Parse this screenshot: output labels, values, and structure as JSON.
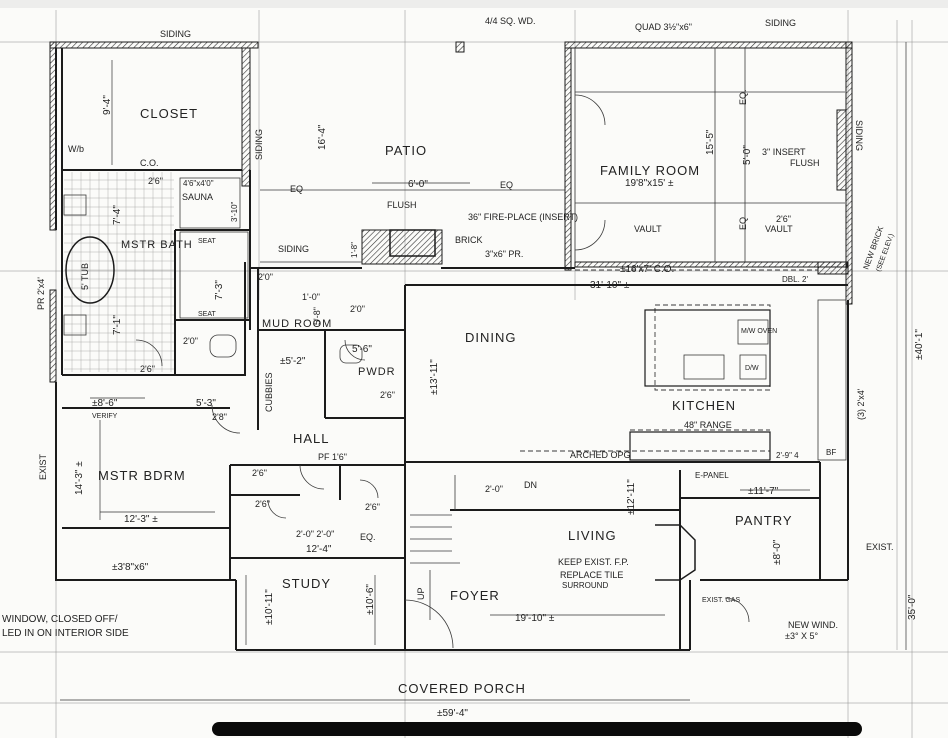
{
  "rooms": {
    "closet": "CLOSET",
    "patio": "PATIO",
    "family_room": "FAMILY ROOM",
    "mstr_bath": "MSTR BATH",
    "mud_room": "MUD ROOM",
    "dining": "DINING",
    "pwdr": "PWDR",
    "kitchen": "KITCHEN",
    "hall": "HALL",
    "mstr_bdrm": "MSTR BDRM",
    "living": "LIVING",
    "pantry": "PANTRY",
    "study": "STUDY",
    "foyer": "FOYER",
    "covered_porch": "COVERED PORCH"
  },
  "labels": {
    "siding_top_left": "SIDING",
    "wd_top": "4/4 SQ. WD.",
    "quad": "QUAD 3½\"x6\"",
    "siding_top_right": "SIDING",
    "siding_closet": "SIDING",
    "siding_right": "SIDING",
    "siding_patio": "SIDING",
    "wb": "W/b",
    "co": "C.O.",
    "sauna": "SAUNA",
    "flush": "FLUSH",
    "fireplace": "36\" FIRE-PLACE (INSERT)",
    "brick": "BRICK",
    "pr": "3\"x6\" PR.",
    "vault_left": "VAULT",
    "vault_right": "VAULT",
    "insert": "3\" INSERT",
    "flush_right": "FLUSH",
    "seat_top": "SEAT",
    "seat_bottom": "SEAT",
    "tub": "5' TUB",
    "cubbies": "CUBBIES",
    "verify": "VERIFY",
    "mw_oven": "M/W OVEN",
    "dw": "D/W",
    "range": "48\" RANGE",
    "arched_opg": "ARCHED OPG",
    "dn": "DN",
    "up": "UP",
    "e_panel": "E-PANEL",
    "keep_fp": "KEEP EXIST. F.P.",
    "replace_tile": "REPLACE TILE",
    "surround": "SURROUND",
    "exist_gas": "EXIST. GAS",
    "new_wind": "NEW WIND.",
    "new_wind_size": "±3° X 5°",
    "new_brick": "NEW BRICK",
    "see_elev": "(SEE ELEV.)",
    "exist_left": "EXIST",
    "exist_right": "EXIST.",
    "window_note_1": "WINDOW, CLOSED OFF/",
    "window_note_2": "LED IN ON INTERIOR SIDE",
    "eq_1": "EQ",
    "eq_2": "EQ",
    "eq_3": "EQ.",
    "eq_4": "EQ",
    "eq_5": "EQ.",
    "dbl": "DBL. 2' ",
    "bf": "BF",
    "pr_left": "PR 2'x4'"
  },
  "dimensions": {
    "closet_v": "9'-4\"",
    "patio_v": "16'-4\"",
    "patio_mid": "6'-0\"",
    "family_room_size": "19'8\"x15' ±",
    "family_v1": "15'-5\"",
    "family_v2": "5'-0\"",
    "co_dim": "±16'x7' C.O.",
    "overall_right": "31'-10\" ±",
    "bath_v1": "7'-4\"",
    "bath_v2": "7'-1\"",
    "sauna_dim": "4'6\"x4'0\"",
    "shower_v": "7'-3\"",
    "sauna_v": "3'-10\"",
    "fire_small": "1'-8\"",
    "mud_v1": "5'-8\"",
    "mud_h": "±5'-2\"",
    "pwdr_h": "5'-6\"",
    "dining_v": "±13'-11\"",
    "bath_h": "±8'-6\"",
    "hall_h": "5'-3\"",
    "mstr_v": "14'-3\" ±",
    "mstr_h": "12'-3\" ±",
    "window_size": "±3'8\"x6\"",
    "closets_h": "2'-0\" 2'-0\"",
    "study_top_h": "12'-4\"",
    "study_v1": "±10'-11\"",
    "study_v2": "±10'-6\"",
    "living_v": "±12'-11\"",
    "foyer_h": "19'-10\" ±",
    "pantry_h": "±11'-7\"",
    "pantry_v": "±8'-0\"",
    "right_v": "±40'-1\"",
    "right_v2": "35'-0\"",
    "right_small": "(3) 2'x4'",
    "overall_bottom": "±59'-4\"",
    "range_small": "2'-9\" 4",
    "d_2_6a": "2'6\"",
    "d_2_6b": "2'6\"",
    "d_2_0a": "2'0\"",
    "d_2_0b": "2'0\"",
    "d_2_0c": "2'0\"",
    "d_2_8": "2'8\"",
    "d_2_6c": "2'6\"",
    "d_2_6d": "2'6\"",
    "d_2_6e": "2'6\"",
    "d_2_6f": "2'6\"",
    "pf": "PF 1'6\"",
    "d_1_0": "1'-0\"",
    "d_2_0d": "2'-0\"",
    "d_2_6g": "2'6\""
  }
}
